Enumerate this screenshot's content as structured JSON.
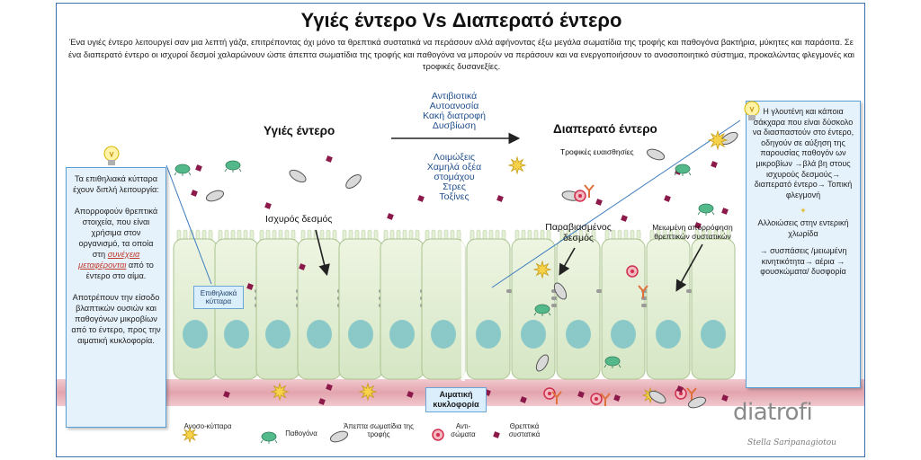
{
  "title": "Υγιές έντερο Vs Διαπερατό έντερο",
  "intro": "Ένα υγιές έντερο λειτουργεί σαν μια λεπτή γάζα, επιτρέποντας όχι μόνο τα θρεπτικά συστατικά να περάσουν αλλά αφήνοντας έξω μεγάλα σωματίδια της τροφής και παθογόνα βακτήρια, μύκητες και παράσιτα. Σε ένα διαπερατό έντερο οι ισχυροί δεσμοί χαλαρώνουν ώστε άπεπτα σωματίδια της τροφής και παθογόνα να μπορούν να περάσουν και να ενεργοποιήσουν το ανοσοποιητικό σύστημα, προκαλώντας φλεγμονές και τροφικές δυσανεξίες.",
  "healthy_label": "Υγιές έντερο",
  "leaky_label": "Διαπερατό έντερο",
  "causes_top": [
    "Αντιβιοτικά",
    "Αυτοανοσία",
    "Κακή διατροφή",
    "Δυσβίωση"
  ],
  "causes_bottom": [
    "Λοιμώξεις",
    "Χαμηλά οξέα",
    "στομάχου",
    "Στρες",
    "Τοξίνες"
  ],
  "strong_bond": "Ισχυρός δεσμός",
  "damaged_bond": "Παραβιασμένος δεσμός",
  "food_sensitivities": "Τροφικές ευαισθησίες",
  "reduced_absorption": "Μειωμένη απορρόφηση θρεπτικών συστατικών",
  "epithelial_tag": "Επιθηλιακά κύτταρα",
  "blood_label": "Αιματική κυκλοφορία",
  "left_panel": {
    "p1": "Τα επιθηλιακά κύτταρα έχουν διπλή λειτουργία:",
    "p2a": "Απορροφούν θρεπτικά στοιχεία, που είναι χρήσιμα στον οργανισμό, τα οποία στη",
    "p2link": "συνέχεια μεταφέρονται",
    "p2b": "από το έντερο στο αίμα.",
    "p3": "Αποτρέπουν την είσοδο βλαπτικών ουσιών και παθογόνων μικροβίων από το έντερο, προς την αιματική κυκλοφορία."
  },
  "right_panel": {
    "p1": "Η γλουτένη και κάποια σάκχαρα που είναι δύσκολο να διασπαστούν στο έντερο, οδηγούν σε αύξηση της παρουσίας παθογόν ων μικροβίων →βλά βη στους ισχυρούς δεσμούς→ διαπερατό έντερο→ Τοπική φλεγμονή",
    "plus": "+",
    "p2": "Αλλοιώσεις στην εντερική χλωρίδα",
    "p3": "→ συσπάσεις /μειωμένη κινητικότητα→ αέρια → φουσκώματα/ δυσφορία"
  },
  "legend": {
    "immune": "Ανοσο-κύτταρα",
    "pathogens": "Παθογόνα",
    "undigested": "Άπεπτα σωματίδια της τροφής",
    "antibodies": "Αντι-σώματα",
    "nutrients": "Θρεπτικά συστατικά"
  },
  "logo": "diatrofi",
  "signature": "Stella Saripanagiotou",
  "colors": {
    "frame": "#3a6fb0",
    "cell": "#dfeccf",
    "nucleus": "#7cc3c8",
    "blood": "#e8b4bd",
    "nutrient": "#8b1a4a",
    "panel": "#e6f2fb"
  }
}
